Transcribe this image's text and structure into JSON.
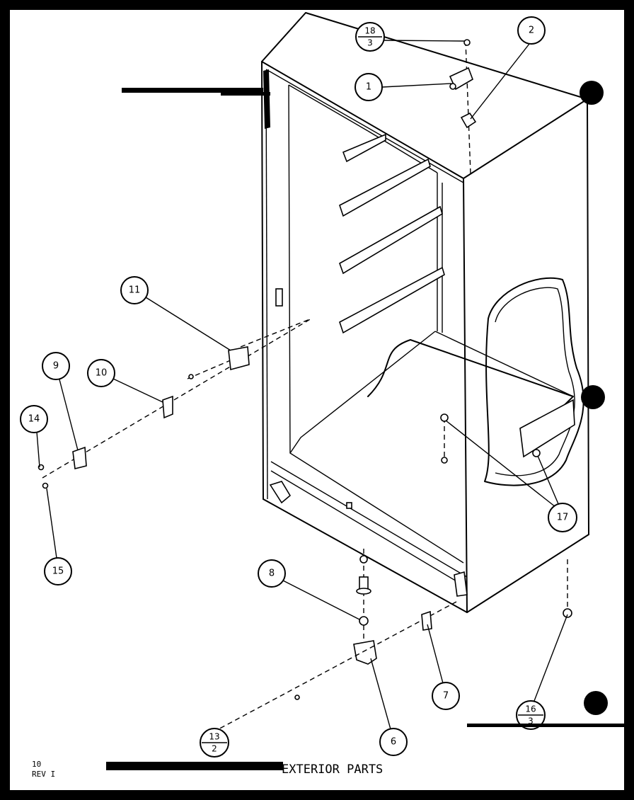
{
  "callouts": {
    "c1": "1",
    "c2": "2",
    "c6": "6",
    "c7": "7",
    "c8": "8",
    "c9": "9",
    "c10": "10",
    "c11": "11",
    "c14": "14",
    "c15": "15",
    "c17": "17",
    "c18_num": "18",
    "c18_den": "3",
    "c13_num": "13",
    "c13_den": "2",
    "c16_num": "16",
    "c16_den": "3"
  },
  "footer": {
    "page": "10",
    "rev": "REV I",
    "title": "EXTERIOR PARTS"
  }
}
